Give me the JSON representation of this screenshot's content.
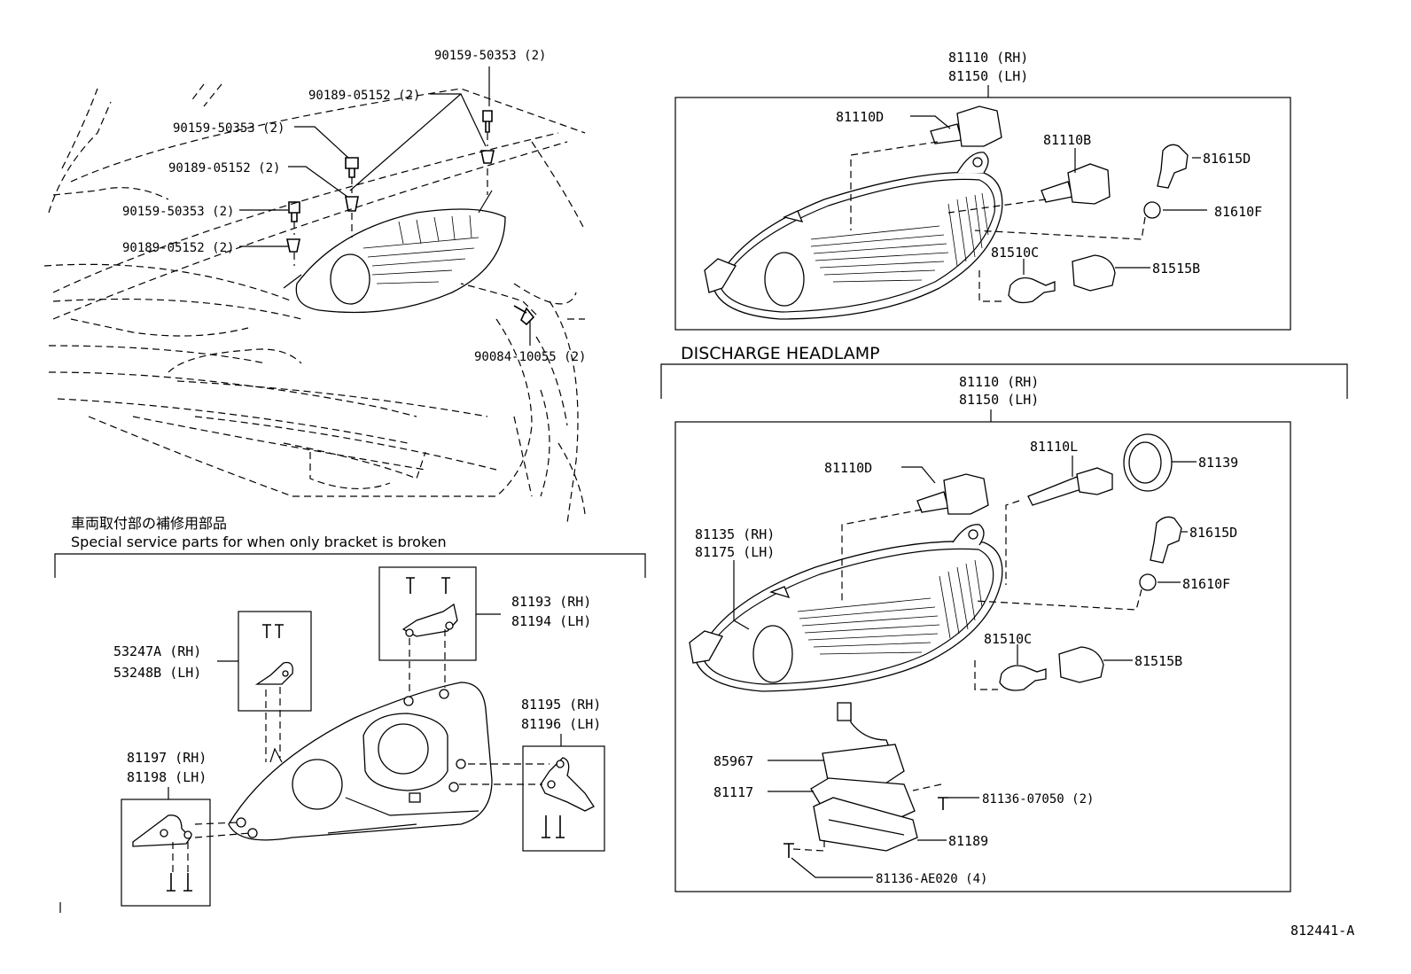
{
  "left_labels": {
    "l1": "90159-50353 (2)",
    "l2": "90189-05152 (2)",
    "l3": "90159-50353 (2)",
    "l4": "90189-05152 (2)",
    "l5": "90159-50353 (2)",
    "l6": "90189-05152 (2)",
    "l7": "90084-10055 (2)"
  },
  "note": {
    "japanese": "車両取付部の補修用部品",
    "english": "Special  service  parts  for  when  only  bracket  is  broken"
  },
  "bracket_labels": {
    "b1": "81193 (RH)",
    "b2": "81194 (LH)",
    "b3": "53247A (RH)",
    "b4": "53248B (LH)",
    "b5": "81195 (RH)",
    "b6": "81196 (LH)",
    "b7": "81197 (RH)",
    "b8": "81198 (LH)"
  },
  "top_right": {
    "assy_rh": "81110 (RH)",
    "assy_lh": "81150 (LH)",
    "bulb_d": "81110D",
    "bulb_b": "81110B",
    "side_d": "81615D",
    "side_f": "81610F",
    "bulb_c": "81510C",
    "socket_b": "81515B"
  },
  "discharge": {
    "title": "DISCHARGE HEADLAMP",
    "assy_rh": "81110 (RH)",
    "assy_lh": "81150 (LH)",
    "bulb_d": "81110D",
    "bulb_l": "81110L",
    "cap": "81139",
    "lens_rh": "81135 (RH)",
    "lens_lh": "81175 (LH)",
    "side_d": "81615D",
    "side_f": "81610F",
    "bulb_c": "81510C",
    "socket_b": "81515B",
    "ballast": "85967",
    "gasket": "81117",
    "screw": "81136-07050 (2)",
    "cover": "81189",
    "screw2": "81136-AE020 (4)"
  },
  "figure_code": "812441-A"
}
